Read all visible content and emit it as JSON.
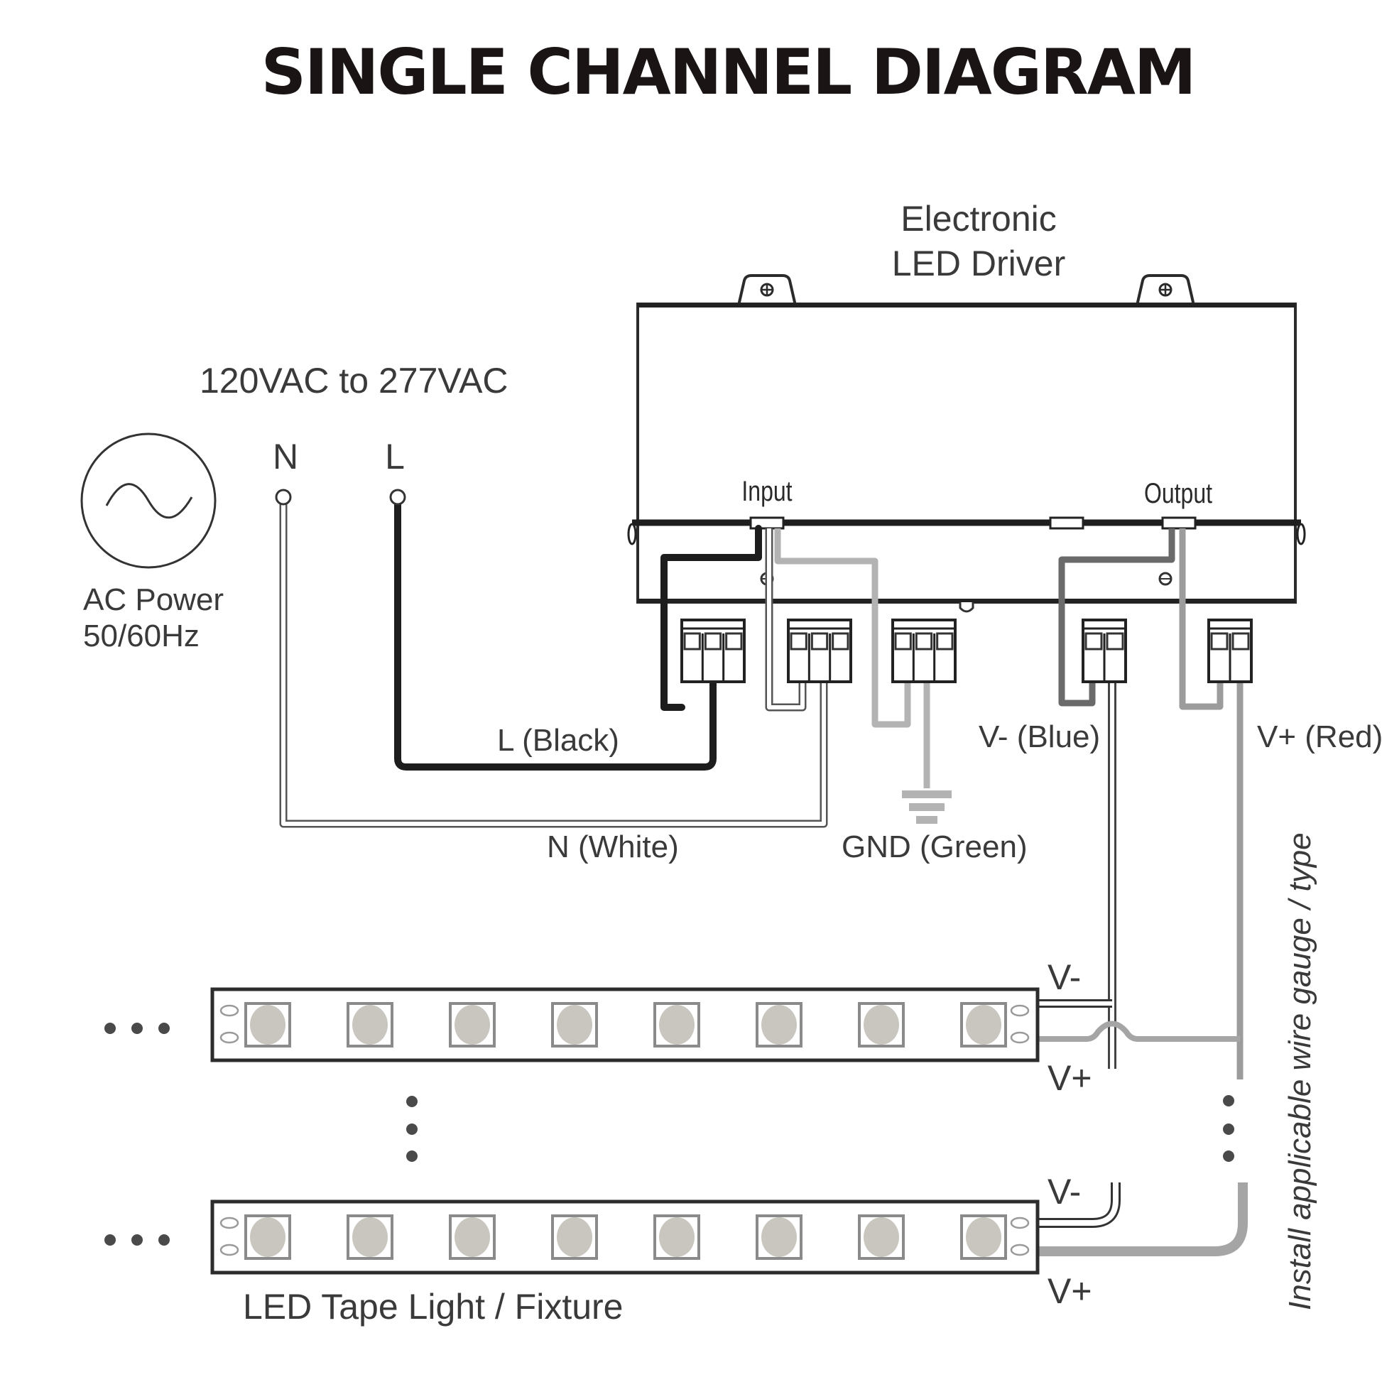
{
  "title": "SINGLE CHANNEL DIAGRAM",
  "driver": {
    "label_line1": "Electronic",
    "label_line2": "LED Driver",
    "input_label": "Input",
    "output_label": "Output"
  },
  "ac_source": {
    "voltage_range": "120VAC to 277VAC",
    "neutral_terminal": "N",
    "line_terminal": "L",
    "label_line1": "AC Power",
    "label_line2": "50/60Hz",
    "icon": "ac-sine-wave-icon"
  },
  "wires": {
    "line": "L (Black)",
    "neutral": "N (White)",
    "ground": "GND (Green)",
    "v_minus": "V- (Blue)",
    "v_plus": "V+ (Red)"
  },
  "strips": [
    {
      "v_minus": "V-",
      "v_plus": "V+",
      "led_count": 8
    },
    {
      "v_minus": "V-",
      "v_plus": "V+",
      "led_count": 8
    }
  ],
  "strip_label": "LED Tape Light / Fixture",
  "wire_note": "Install applicable wire gauge / type",
  "icons": {
    "ground": "ground-icon",
    "continuation": "ellipsis-icon",
    "mounting": "screw-icon"
  }
}
